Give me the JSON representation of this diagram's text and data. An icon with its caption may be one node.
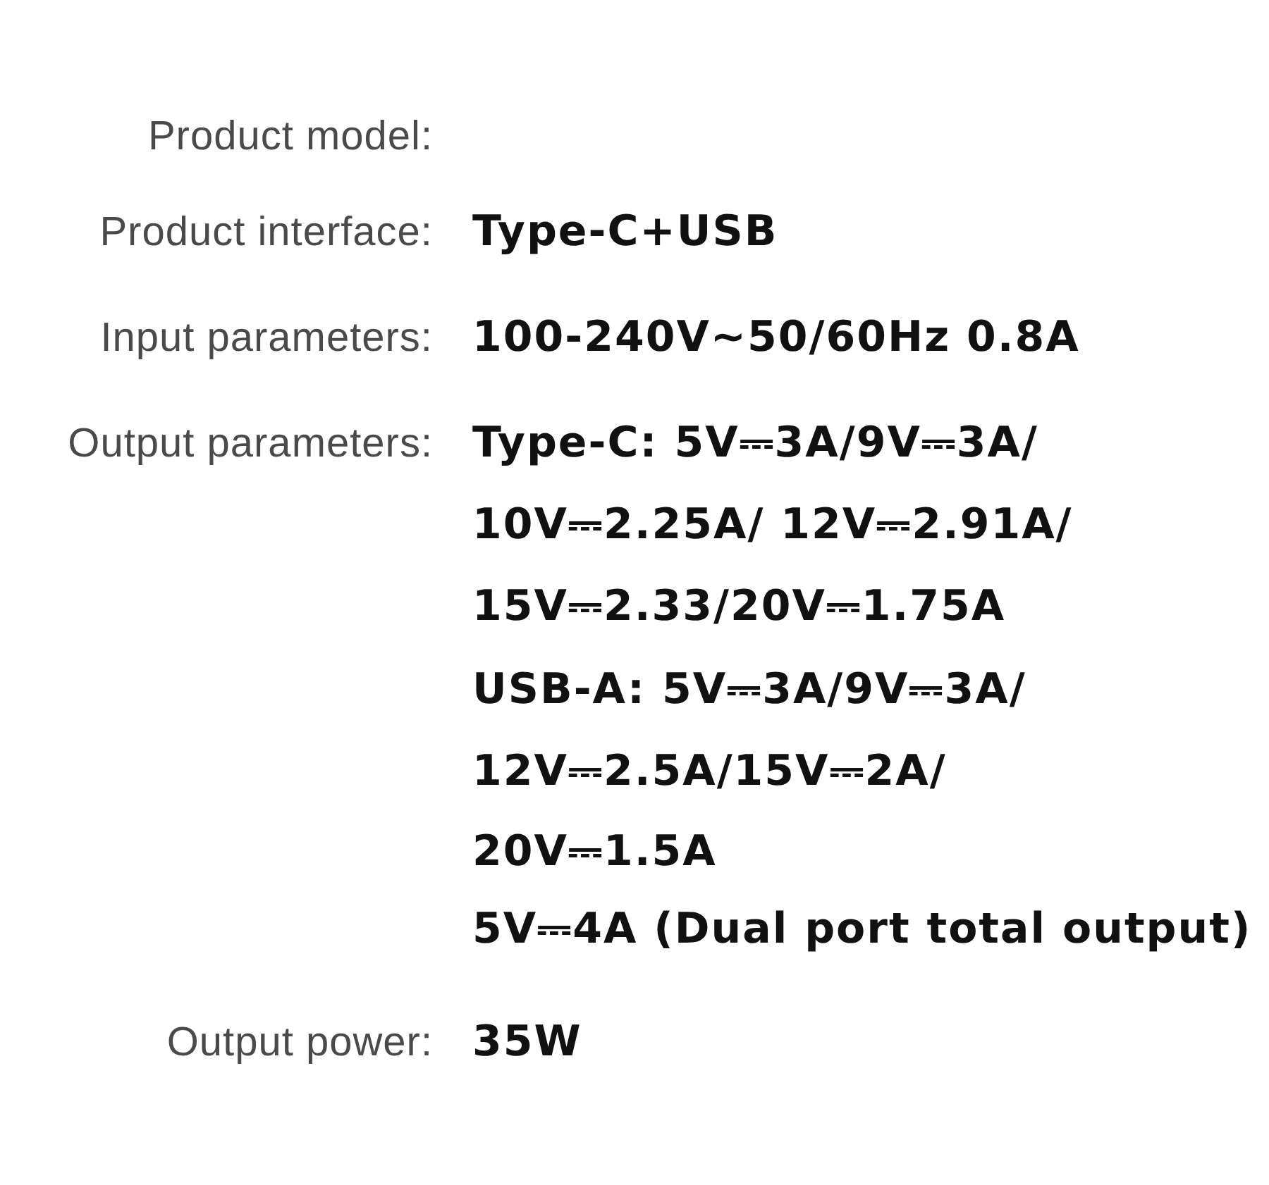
{
  "diagram": {
    "labels": [
      "Product model:",
      "Product interface:",
      "Type-C+USB",
      "Input parameters:",
      "100-240V~50/60Hz 0.8A",
      "Output parameters:",
      "Type-C: 5V⎓3A/9V⎓3A/",
      "10V⎓2.25A/ 12V⎓2.91A/",
      "15V⎓2.33/20V⎓1.75A",
      "USB-A: 5V⎓3A/9V⎓3A/",
      "12V⎓2.5A/15V⎓2A/",
      "20V⎓1.5A",
      "5V⎓4A (Dual port total output)",
      "Output power:",
      "35W"
    ]
  }
}
